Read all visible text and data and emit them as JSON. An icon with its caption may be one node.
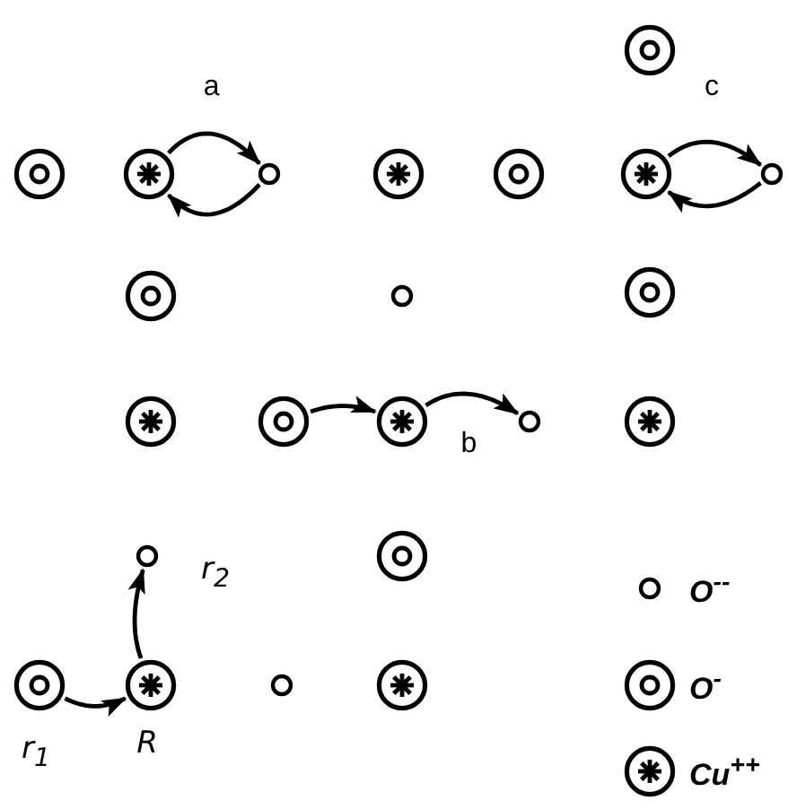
{
  "diagram": {
    "nodes": [
      {
        "text": [],
        "shape": "ring"
      },
      {
        "text": [],
        "shape": "ring"
      },
      {
        "text": [],
        "shape": "star"
      },
      {
        "text": [],
        "shape": "circle"
      },
      {
        "text": [],
        "shape": "star"
      },
      {
        "text": [],
        "shape": "ring"
      },
      {
        "text": [],
        "shape": "star"
      },
      {
        "text": [],
        "shape": "circle"
      },
      {
        "text": [],
        "shape": "ring"
      },
      {
        "text": [],
        "shape": "circle"
      },
      {
        "text": [],
        "shape": "ring"
      },
      {
        "text": [],
        "shape": "star"
      },
      {
        "text": [],
        "shape": "ring"
      },
      {
        "text": [],
        "shape": "star"
      },
      {
        "text": [],
        "shape": "circle"
      },
      {
        "text": [],
        "shape": "star"
      },
      {
        "text": [],
        "shape": "circle",
        "beside": [
          "r$_{2}$"
        ]
      },
      {
        "text": [],
        "shape": "ring"
      },
      {
        "text": [],
        "shape": "ring",
        "beside": [
          "r$_{1}$"
        ]
      },
      {
        "text": [],
        "shape": "star",
        "beside": [
          "R"
        ]
      },
      {
        "text": [],
        "shape": "circle"
      },
      {
        "text": [],
        "shape": "star"
      }
    ],
    "edges": [
      {
        "from": 2,
        "to": 3,
        "arrow": "to",
        "label": "a"
      },
      {
        "from": 3,
        "to": 2,
        "arrow": "to"
      },
      {
        "from": 6,
        "to": 7,
        "arrow": "to",
        "label": "c"
      },
      {
        "from": 7,
        "to": 6,
        "arrow": "to"
      },
      {
        "from": 12,
        "to": 13,
        "arrow": "to"
      },
      {
        "from": 13,
        "to": 14,
        "arrow": "to",
        "label": "b"
      },
      {
        "from": 18,
        "to": 19,
        "arrow": "to"
      },
      {
        "from": 19,
        "to": 16,
        "arrow": "to"
      }
    ],
    "legend": [
      {
        "text": "O$^{--}$"
      },
      {
        "text": "O$^{-}$"
      },
      {
        "text": "Cu$^{++}$"
      }
    ]
  }
}
